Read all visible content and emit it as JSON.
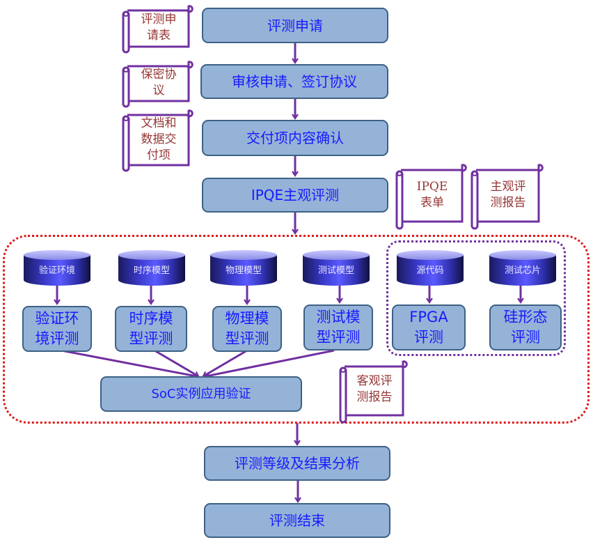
{
  "diagram": {
    "colors": {
      "box_fill": "#95b3d7",
      "box_border": "#3d6185",
      "box_text": "#1a1aff",
      "arrow": "#7030a0",
      "scroll_border": "#7030a0",
      "scroll_text": "#953735",
      "red_region": "#e01818",
      "purple_region": "#7030a0",
      "cylinder": "#3838c8"
    },
    "main_steps": [
      {
        "label": "评测申请"
      },
      {
        "label": "审核申请、签订协议"
      },
      {
        "label": "交付项内容确认"
      },
      {
        "label": "IPQE主观评测"
      },
      {
        "label": "评测等级及结果分析"
      },
      {
        "label": "评测结束"
      }
    ],
    "documents": [
      {
        "label": "评测申请表"
      },
      {
        "label": "保密协议"
      },
      {
        "label": "文档和数据交付项"
      },
      {
        "label": "IPQE表单"
      },
      {
        "label": "主观评测报告"
      },
      {
        "label": "客观评测报告"
      }
    ],
    "objective_eval": {
      "inputs": [
        {
          "db": "验证环境",
          "step": "验证环境评测"
        },
        {
          "db": "时序模型",
          "step": "时序模型评测"
        },
        {
          "db": "物理模型",
          "step": "物理模型评测"
        },
        {
          "db": "测试模型",
          "step": "测试模型评测"
        },
        {
          "db": "源代码",
          "step": "FPGA评测"
        },
        {
          "db": "测试芯片",
          "step": "硅形态评测"
        }
      ],
      "merge_step": "SoC实例应用验证"
    },
    "labels_display": {
      "doc0": "评测申\n请表",
      "doc1": "保密协\n议",
      "doc2": "文档和\n数据交\n付项",
      "doc3": "IPQE\n表单",
      "doc4": "主观评\n测报告",
      "doc5": "客观评\n测报告",
      "step0": "验证环\n境评测",
      "step1": "时序模\n型评测",
      "step2": "物理模\n型评测",
      "step3": "测试模\n型评测",
      "step4": "FPGA\n评测",
      "step5": "硅形态\n评测"
    }
  }
}
